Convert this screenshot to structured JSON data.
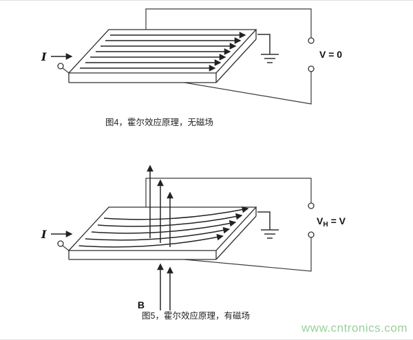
{
  "figure4": {
    "current_label": "I",
    "voltage_label": "V = 0",
    "caption": "图4，霍尔效应原理，无磁场"
  },
  "figure5": {
    "current_label": "I",
    "field_label": "B",
    "hall_voltage_main": "V",
    "hall_voltage_sub": "H",
    "hall_voltage_rest": "= V",
    "caption": "图5，霍尔效应原理，有磁场"
  },
  "watermark": {
    "text": "www.cntronics.com",
    "color": "#9bcf9b"
  },
  "colors": {
    "line": "#2f2f2f",
    "background": "#ffffff"
  }
}
